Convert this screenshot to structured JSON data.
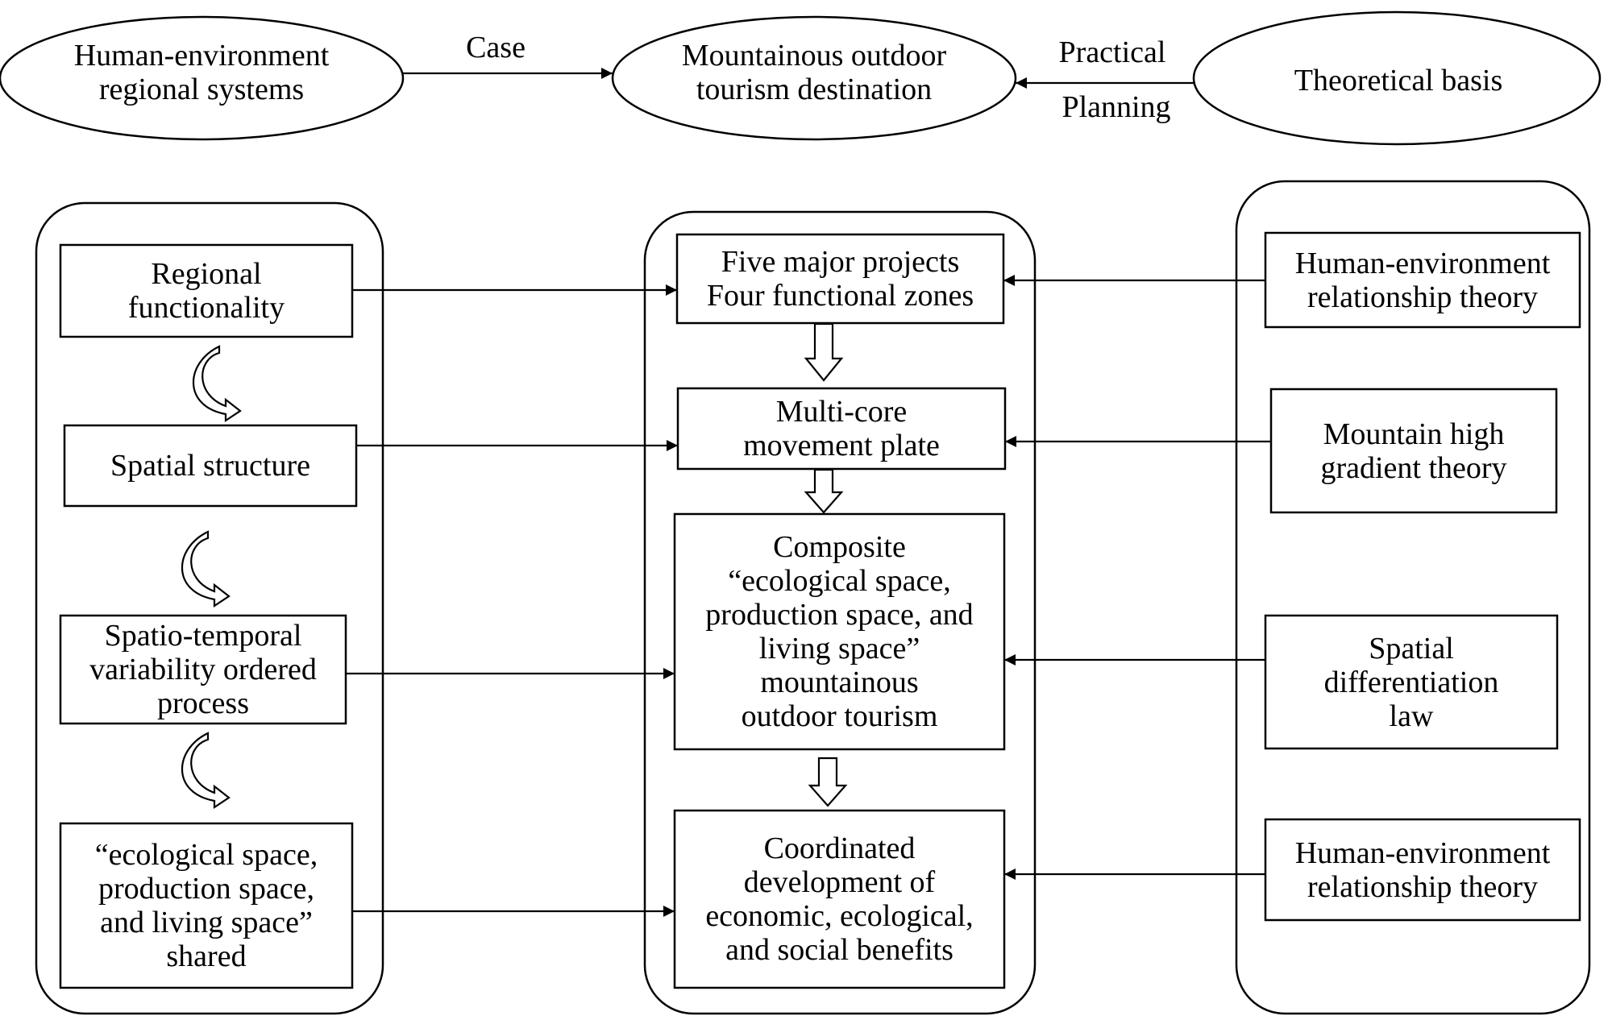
{
  "top": {
    "left_ellipse": "Human-environment\nregional systems",
    "center_ellipse": "Mountainous outdoor\ntourism destination",
    "right_ellipse": "Theoretical basis",
    "case_label": "Case",
    "practical_label": "Practical",
    "planning_label": "Planning"
  },
  "left_column": {
    "items": [
      "Regional\nfunctionality",
      "Spatial structure",
      "Spatio-temporal\nvariability ordered\nprocess",
      "“ecological space,\nproduction space,\nand living space”\nshared"
    ]
  },
  "center_column": {
    "items": [
      "Five major projects\nFour functional zones",
      "Multi-core\nmovement plate",
      "Composite\n“ecological space,\nproduction space, and\nliving space”\nmountainous\noutdoor tourism",
      "Coordinated\ndevelopment of\neconomic, ecological,\nand social benefits"
    ]
  },
  "right_column": {
    "items": [
      "Human-environment\nrelationship theory",
      "Mountain high\ngradient theory",
      "Spatial\ndifferentiation\nlaw",
      "Human-environment\nrelationship theory"
    ]
  }
}
